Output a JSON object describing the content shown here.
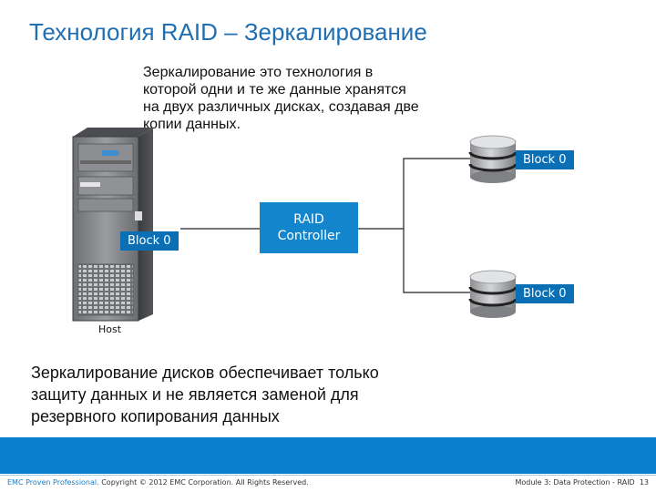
{
  "slide": {
    "title": "Технология RAID – Зеркалирование",
    "intro": "Зеркалирование это технология в\nкоторой  одни и те же данные хранятся\nна двух различных дисках, создавая две\nкопии данных.",
    "conclusion": "Зеркалирование дисков обеспечивает только\nзащиту данных и не является заменой для\nрезервного копирования данных"
  },
  "diagram": {
    "host_label": "Host",
    "host_block": "Block 0",
    "controller_label": "RAID\nController",
    "disk_top_block": "Block 0",
    "disk_bottom_block": "Block 0"
  },
  "footer": {
    "brand": "EMC Proven Professional.",
    "copyright": " Copyright © 2012 EMC Corporation. All Rights Reserved.",
    "module": "Module 3: Data Protection - RAID",
    "page": "13"
  },
  "colors": {
    "title": "#1f6fb2",
    "accent_blue": "#0a6fb4",
    "controller_blue": "#1285cc",
    "footer_band": "#0a80cc"
  }
}
